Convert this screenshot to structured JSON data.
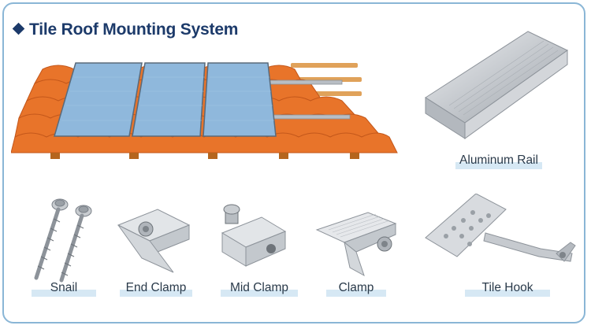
{
  "title": "Tile Roof Mounting System",
  "products": {
    "rail": "Aluminum Rail",
    "snail": "Snail",
    "end_clamp": "End Clamp",
    "mid_clamp": "Mid Clamp",
    "clamp": "Clamp",
    "tile_hook": "Tile Hook"
  },
  "colors": {
    "title": "#1c3a6a",
    "frame": "#8ab6d6",
    "label_bar": "#d6e8f4",
    "roof_tile": "#e8742a",
    "panel": "#8fb8dc",
    "aluminum": "#c9ccd0"
  }
}
